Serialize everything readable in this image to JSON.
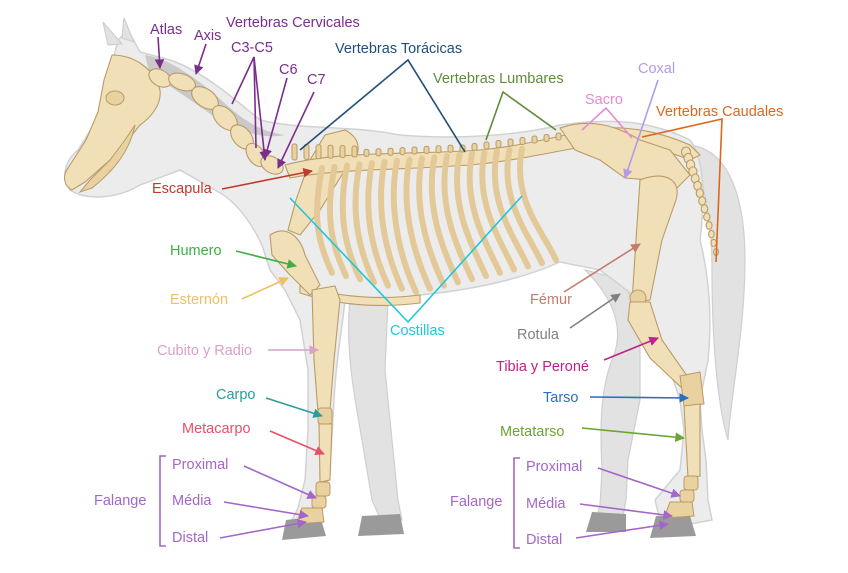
{
  "colors": {
    "cervical": "#7b2d8e",
    "thoracic": "#1f4e79",
    "lumbar": "#5f8c3a",
    "coxal": "#b49be6",
    "sacro": "#e58ad3",
    "caudal": "#e0661a",
    "escapula": "#c0392b",
    "humero": "#3cb043",
    "esternon": "#f0c060",
    "costillas": "#1ec8dc",
    "cubito": "#d9a2c7",
    "carpo": "#2a9d9a",
    "metacarpo": "#e8506a",
    "falange": "#a367c9",
    "femur": "#c47b6f",
    "rotula": "#808080",
    "tibia": "#c0208a",
    "tarso": "#2b6fbf",
    "metatarso": "#6aa52d"
  },
  "labels": {
    "atlas": "Atlas",
    "axis": "Axis",
    "vertebras_cervicales": "Vertebras Cervicales",
    "c3_c5": "C3-C5",
    "c6": "C6",
    "c7": "C7",
    "vertebras_toracicas": "Vertebras Torácicas",
    "vertebras_lumbares": "Vertebras Lumbares",
    "coxal": "Coxal",
    "sacro": "Sacro",
    "vertebras_caudales": "Vertebras Caudales",
    "escapula": "Escapula",
    "humero": "Humero",
    "esternon": "Esternón",
    "costillas": "Costillas",
    "cubito_radio": "Cubito y Radio",
    "carpo": "Carpo",
    "metacarpo": "Metacarpo",
    "femur": "Fémur",
    "rotula": "Rotula",
    "tibia_perone": "Tibia y Peroné",
    "tarso": "Tarso",
    "metatarso": "Metatarso",
    "front_falange": {
      "group": "Falange",
      "proximal": "Proximal",
      "media": "Média",
      "distal": "Distal"
    },
    "hind_falange": {
      "group": "Falange",
      "proximal": "Proximal",
      "media": "Média",
      "distal": "Distal"
    }
  }
}
